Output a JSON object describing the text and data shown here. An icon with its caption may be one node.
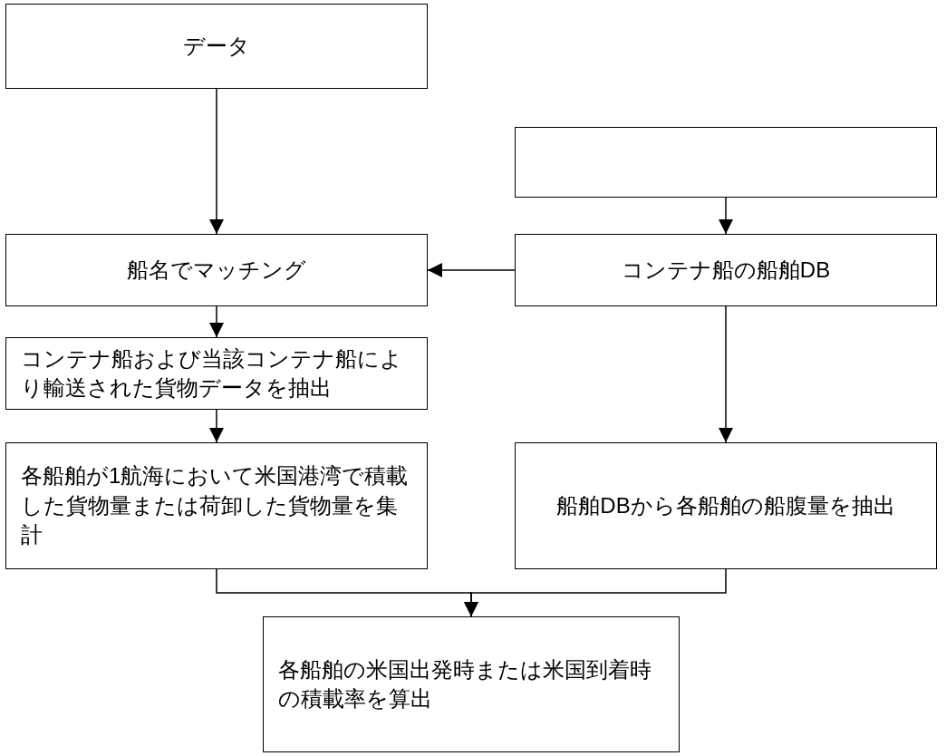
{
  "diagram": {
    "nodes": [
      {
        "text": [
          "データ"
        ]
      },
      {
        "text": [],
        "shape": "box"
      },
      {
        "text": [
          "船名でマッチング"
        ]
      },
      {
        "text": [
          "コンテナ船の船舶DB"
        ]
      },
      {
        "text": [
          "コンテナ船および当該コンテナ船により輸送された貨物データを抽出"
        ]
      },
      {
        "text": [
          "各船舶が1航海において米国港湾で積載した貨物量または荷卸した貨物量を集計"
        ]
      },
      {
        "text": [
          "船舶DBから各船舶の船腹量を抽出"
        ]
      },
      {
        "text": [
          "各船舶の米国出発時または米国到着時の積載率を算出"
        ]
      }
    ],
    "edges": [
      {
        "from": 0,
        "to": 2,
        "arrow": "to"
      },
      {
        "from": 1,
        "to": 3,
        "arrow": "to"
      },
      {
        "from": 3,
        "to": 2,
        "arrow": "to"
      },
      {
        "from": 2,
        "to": 4,
        "arrow": "to"
      },
      {
        "from": 3,
        "to": 6,
        "arrow": "to"
      },
      {
        "from": 4,
        "to": 5,
        "arrow": "to"
      },
      {
        "from": 5,
        "to": 7,
        "arrow": "to"
      },
      {
        "from": 6,
        "to": 7,
        "arrow": "to"
      }
    ]
  }
}
